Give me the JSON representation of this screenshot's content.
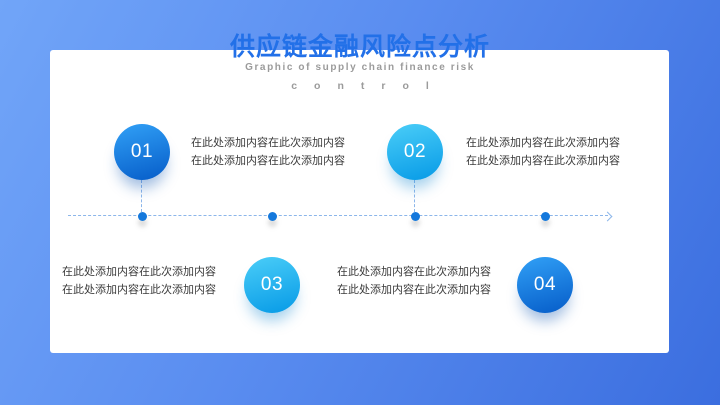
{
  "header": {
    "title": "供应链金融风险点分析",
    "subtitle": "Graphic of supply chain finance risk",
    "subtitle2": "control"
  },
  "items": [
    {
      "number": "01",
      "theme": "dark",
      "line1": "在此处添加内容在此次添加内容",
      "line2": "在此处添加内容在此次添加内容"
    },
    {
      "number": "02",
      "theme": "light",
      "line1": "在此处添加内容在此次添加内容",
      "line2": "在此处添加内容在此次添加内容"
    },
    {
      "number": "03",
      "theme": "light",
      "line1": "在此处添加内容在此次添加内容",
      "line2": "在此处添加内容在此次添加内容"
    },
    {
      "number": "04",
      "theme": "dark",
      "line1": "在此处添加内容在此次添加内容",
      "line2": "在此处添加内容在此次添加内容"
    }
  ],
  "timeline": {
    "dot_count": 4,
    "direction": "left-to-right-arrow"
  },
  "colors": {
    "bg_from": "#71a5f8",
    "bg_to": "#3b6edf",
    "title_blue": "#2270e8",
    "subtitle_gray": "#9b9b9b",
    "circle_dark_top": "#2f9df4",
    "circle_dark_bottom": "#0a63cd",
    "circle_light_top": "#47cbf7",
    "circle_light_bottom": "#0d9fe8",
    "dashed_line": "#8cb6ea",
    "dot_blue": "#1478dc",
    "body_text": "#3a3a3a"
  }
}
